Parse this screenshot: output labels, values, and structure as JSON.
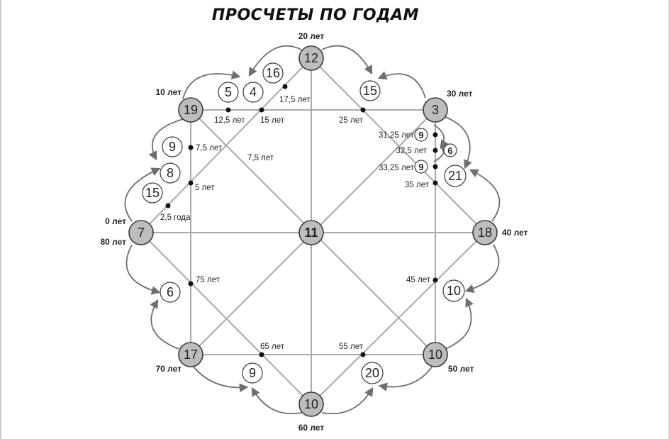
{
  "title": "ПРОСЧЕТЫ ПО ГОДАМ",
  "colors": {
    "main_node": "#bdbdbd",
    "line": "#a9a9a9",
    "arrow": "#6e6e6e"
  },
  "main_nodes": [
    {
      "id": "n0",
      "value": "7"
    },
    {
      "id": "n10",
      "value": "19"
    },
    {
      "id": "n20",
      "value": "12"
    },
    {
      "id": "n30",
      "value": "3"
    },
    {
      "id": "n40",
      "value": "18"
    },
    {
      "id": "n50",
      "value": "10"
    },
    {
      "id": "n60",
      "value": "10"
    },
    {
      "id": "n70",
      "value": "17"
    },
    {
      "id": "center",
      "value": "11"
    }
  ],
  "age_labels": [
    {
      "id": "a0",
      "text": "0 лет"
    },
    {
      "id": "a80",
      "text": "80 лет"
    },
    {
      "id": "a10",
      "text": "10 лет"
    },
    {
      "id": "a20",
      "text": "20 лет"
    },
    {
      "id": "a30",
      "text": "30 лет"
    },
    {
      "id": "a40",
      "text": "40 лет"
    },
    {
      "id": "a50",
      "text": "50 лет"
    },
    {
      "id": "a60",
      "text": "60 лет"
    },
    {
      "id": "a70",
      "text": "70 лет"
    }
  ],
  "sub_nodes": [
    {
      "id": "s16",
      "value": "16"
    },
    {
      "id": "s5",
      "value": "5"
    },
    {
      "id": "s4",
      "value": "4"
    },
    {
      "id": "s15top",
      "value": "15"
    },
    {
      "id": "s9l",
      "value": "9"
    },
    {
      "id": "s8",
      "value": "8"
    },
    {
      "id": "s15l",
      "value": "15"
    },
    {
      "id": "s21",
      "value": "21"
    },
    {
      "id": "s6l",
      "value": "6"
    },
    {
      "id": "s10r",
      "value": "10"
    },
    {
      "id": "s9b",
      "value": "9"
    },
    {
      "id": "s20",
      "value": "20"
    },
    {
      "id": "s9a",
      "value": "9"
    },
    {
      "id": "s6r",
      "value": "6"
    },
    {
      "id": "s9c",
      "value": "9"
    }
  ],
  "point_labels": [
    {
      "id": "p12_5",
      "text": "12,5 лет"
    },
    {
      "id": "p15",
      "text": "15 лет"
    },
    {
      "id": "p17_5",
      "text": "17,5 лет"
    },
    {
      "id": "p25",
      "text": "25 лет"
    },
    {
      "id": "p7_5a",
      "text": "7,5 лет"
    },
    {
      "id": "p7_5b",
      "text": "7,5 лет"
    },
    {
      "id": "p5",
      "text": "5 лет"
    },
    {
      "id": "p2_5",
      "text": "2,5 года"
    },
    {
      "id": "p31",
      "text": "31,25 лет"
    },
    {
      "id": "p32",
      "text": "32,5 лет"
    },
    {
      "id": "p33",
      "text": "33,25 лет"
    },
    {
      "id": "p35",
      "text": "35 лет"
    },
    {
      "id": "p45",
      "text": "45 лет"
    },
    {
      "id": "p55",
      "text": "55 лет"
    },
    {
      "id": "p65",
      "text": "65 лет"
    },
    {
      "id": "p75",
      "text": "75 лет"
    }
  ]
}
